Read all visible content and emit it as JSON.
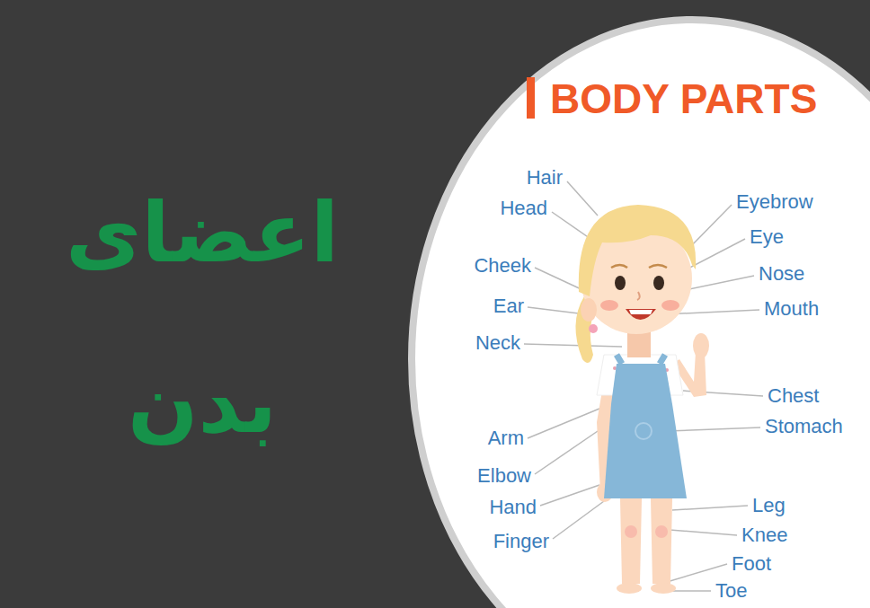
{
  "diagram": {
    "title": "اعضای بدن",
    "labels": [
      "BODY PARTS",
      "Hair",
      "Head",
      "Cheek",
      "Ear",
      "Neck",
      "Arm",
      "Elbow",
      "Hand",
      "Finger",
      "Eyebrow",
      "Eye",
      "Nose",
      "Mouth",
      "Chest",
      "Stomach",
      "Leg",
      "Knee",
      "Foot",
      "Toe"
    ]
  }
}
